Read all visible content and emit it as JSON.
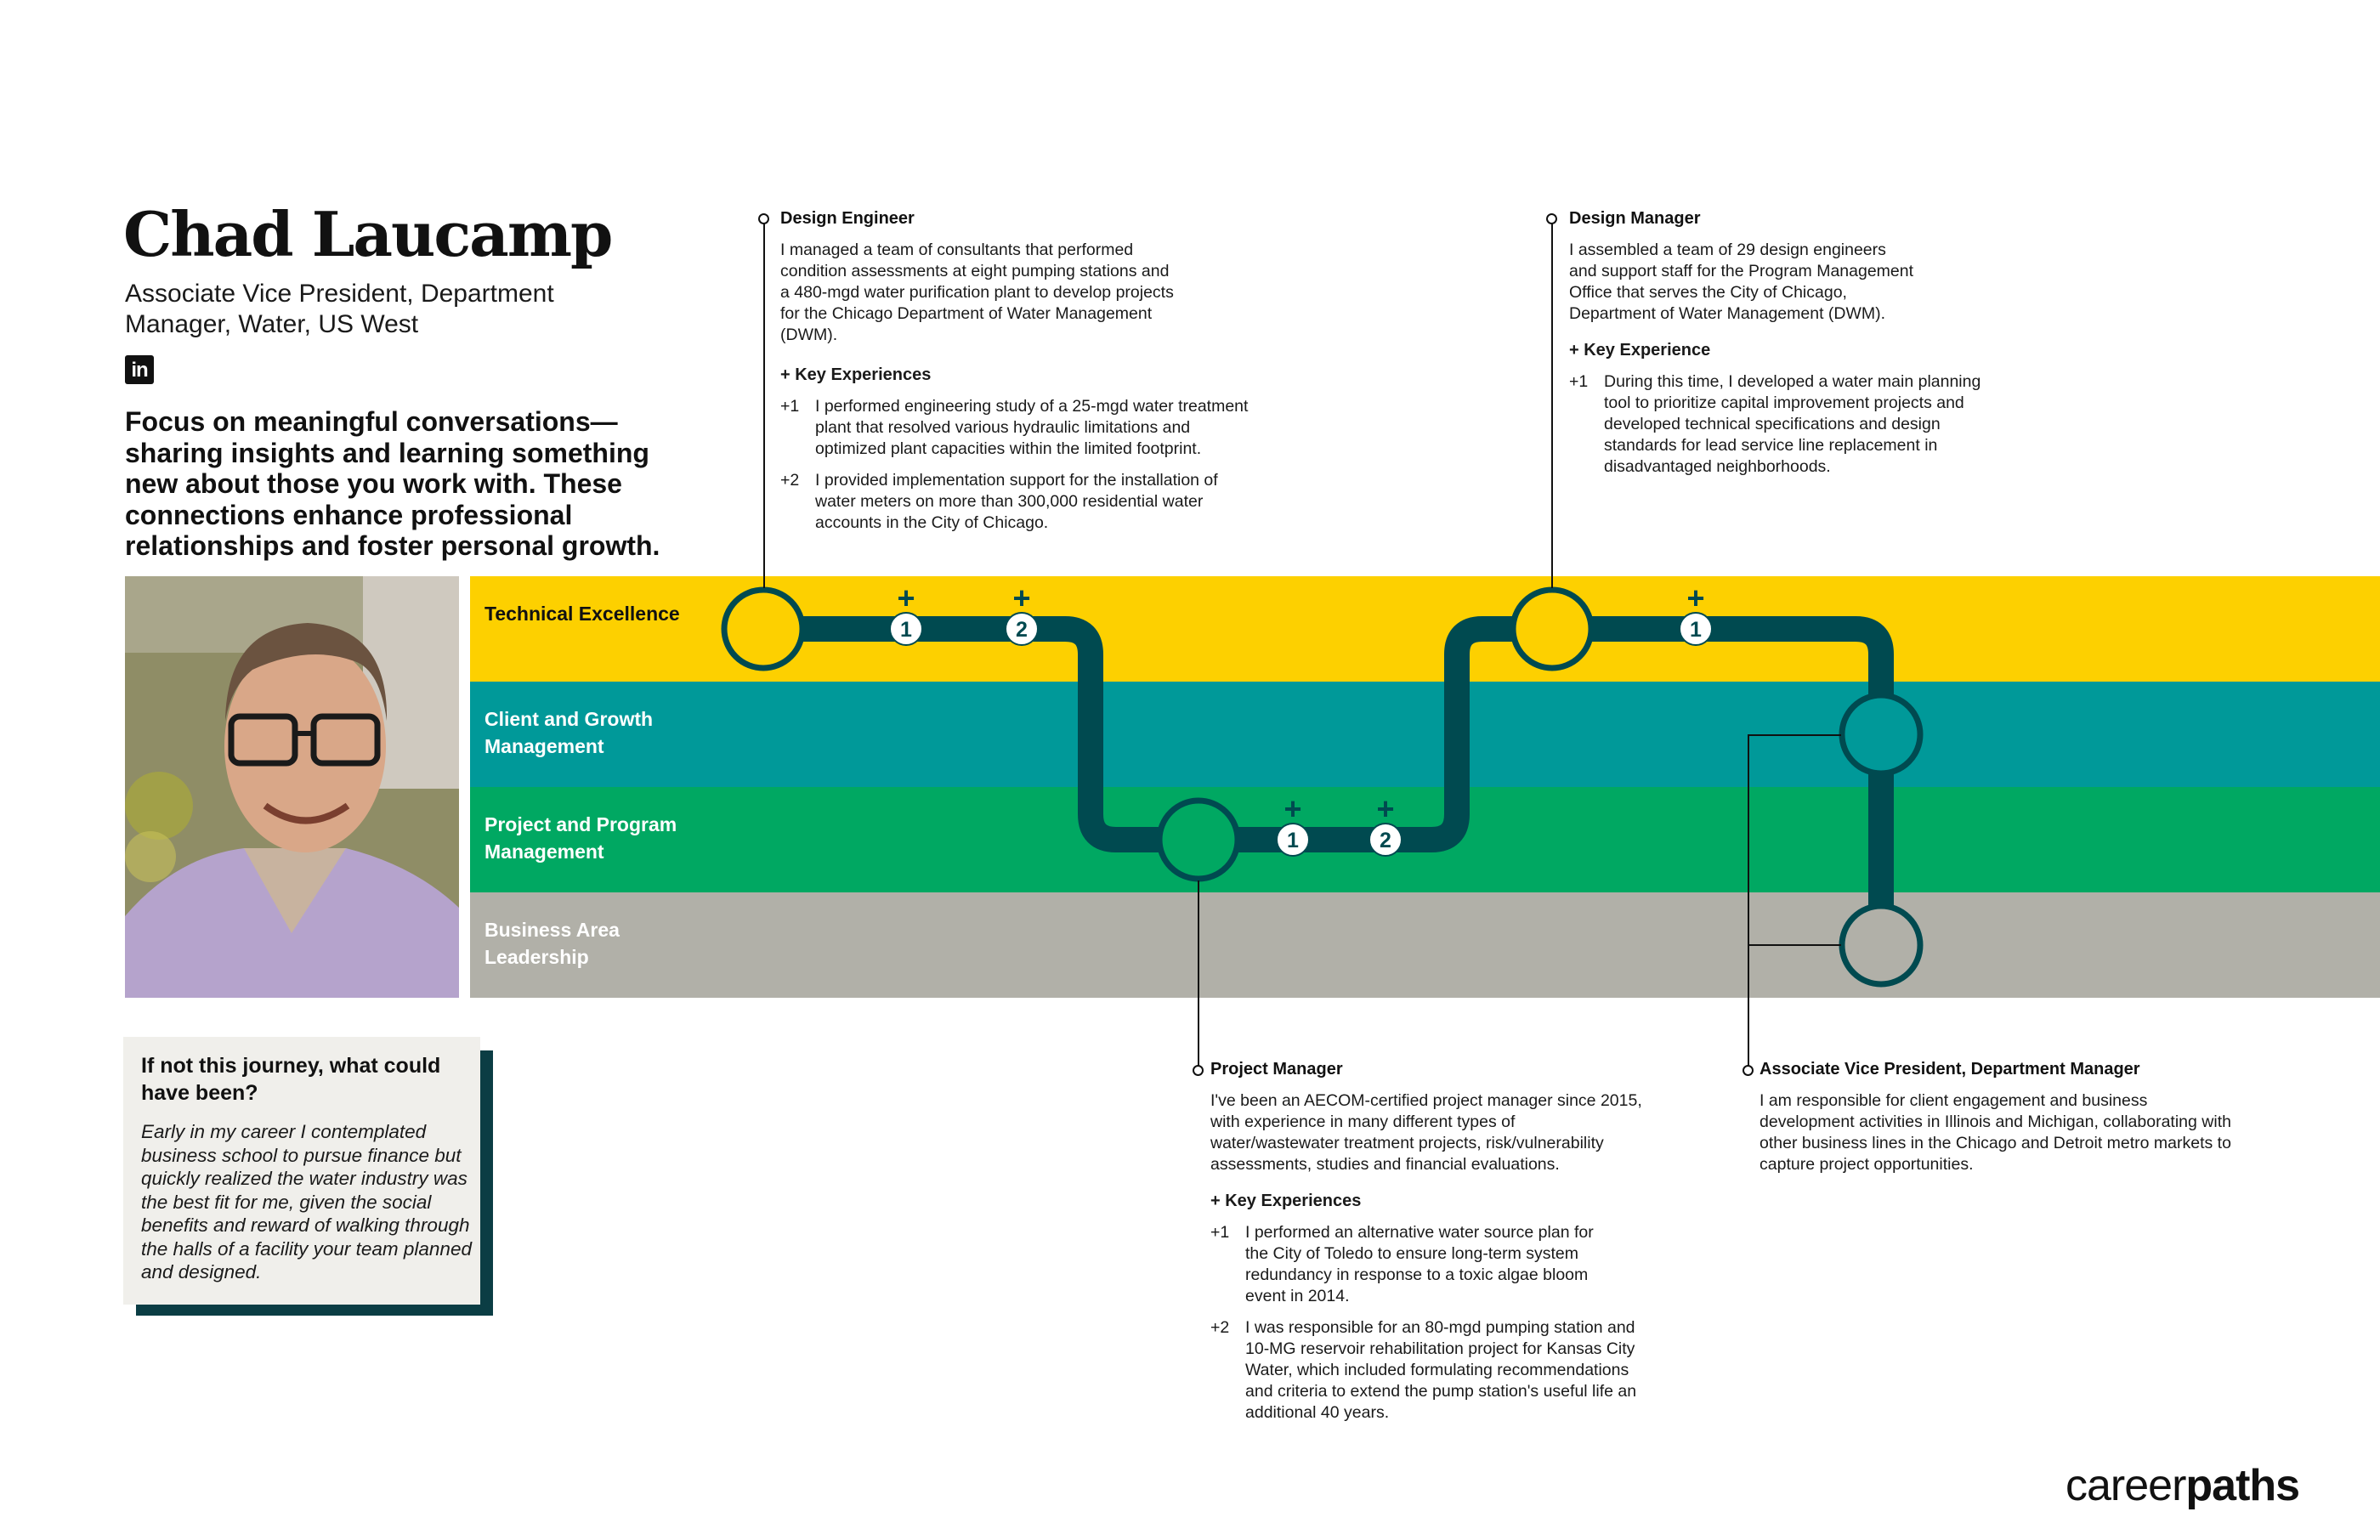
{
  "profile": {
    "name": "Chad Laucamp",
    "title": "Associate Vice President, Department Manager, Water, US West",
    "linkedin_icon": "in",
    "quote": "Focus on meaningful conversations—sharing insights and learning something new about those you work with. These connections enhance professional relationships and foster personal growth.",
    "photo_alt": "Portrait photo of Chad Laucamp"
  },
  "bands": [
    {
      "label": "Technical Excellence",
      "color": "#FDD000",
      "text_color": "#111111"
    },
    {
      "label": "Client and Growth Management",
      "color": "#009999",
      "text_color": "#ffffff"
    },
    {
      "label": "Project and Program Management",
      "color": "#00A862",
      "text_color": "#ffffff"
    },
    {
      "label": "Business Area Leadership",
      "color": "#B1B0A8",
      "text_color": "#ffffff"
    }
  ],
  "colors": {
    "path": "#004A50",
    "marker_fill": "#ffffff",
    "card_shadow": "#0B3D44",
    "card_bg": "#F0EFEB"
  },
  "journey": {
    "nodes": [
      {
        "role": "Design Engineer",
        "band": 0
      },
      {
        "role": "Project Manager",
        "band": 2
      },
      {
        "role": "Design Manager",
        "band": 0
      },
      {
        "role": "Associate Vice President, Department Manager",
        "band": 1
      },
      {
        "role": "Associate Vice President, Department Manager",
        "band": 3
      }
    ],
    "markers": [
      {
        "label": "1",
        "plus": "+"
      },
      {
        "label": "2",
        "plus": "+"
      },
      {
        "label": "1",
        "plus": "+"
      },
      {
        "label": "2",
        "plus": "+"
      },
      {
        "label": "1",
        "plus": "+"
      }
    ]
  },
  "entries": {
    "design_engineer": {
      "title": "Design Engineer",
      "description": "I managed a team of consultants that performed condition assessments at eight pumping stations and a 480-mgd water purification plant to develop projects for the Chicago Department of Water Management (DWM).",
      "key_heading": "+ Key Experiences",
      "experiences": [
        {
          "n": "+1",
          "text": "I performed engineering study of a 25-mgd water treatment plant that resolved various hydraulic limitations and optimized plant capacities within the limited footprint."
        },
        {
          "n": "+2",
          "text": "I provided implementation support for the installation of water meters on more than 300,000 residential water accounts in the City of Chicago."
        }
      ]
    },
    "design_manager": {
      "title": "Design Manager",
      "description": "I assembled a team of 29 design engineers and support staff for the Program Management Office that serves the City of Chicago, Department of Water Management (DWM).",
      "key_heading": "+ Key Experience",
      "experiences": [
        {
          "n": "+1",
          "text": "During this time, I developed a water main planning tool to prioritize capital improvement projects and developed technical specifications and design standards for lead service line replacement in disadvantaged neighborhoods."
        }
      ]
    },
    "project_manager": {
      "title": "Project Manager",
      "description": "I've been an AECOM-certified project manager since 2015, with experience in many different types of water/wastewater treatment projects, risk/vulnerability assessments, studies and financial evaluations.",
      "key_heading": "+ Key Experiences",
      "experiences": [
        {
          "n": "+1",
          "text": "I performed an alternative water source plan for the City of Toledo to ensure long-term system redundancy in response to a toxic algae bloom event in 2014."
        },
        {
          "n": "+2",
          "text": "I was responsible for an 80-mgd pumping station and 10-MG reservoir rehabilitation project for Kansas City Water, which included formulating recommendations and criteria to extend the pump station's useful life an additional 40 years."
        }
      ]
    },
    "avp": {
      "title": "Associate Vice President, Department Manager",
      "description": "I am responsible for client engagement and business development activities in Illinois and Michigan, collaborating with other business lines in the Chicago and Detroit metro markets to capture project opportunities."
    }
  },
  "card": {
    "title": "If not this journey, what could have been?",
    "body": "Early in my career I contemplated business school to pursue finance but quickly realized the water industry was the best fit for me, given the social benefits and reward of walking through the halls of a facility your team planned and designed."
  },
  "logo": {
    "light": "career",
    "bold": "paths"
  }
}
